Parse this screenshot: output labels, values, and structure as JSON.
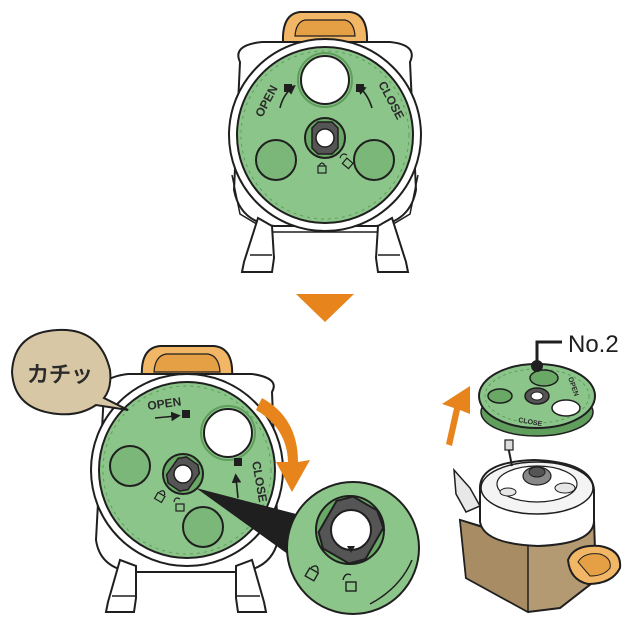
{
  "colors": {
    "disc_green": "#8cc58a",
    "disc_dark": "#5f9e5c",
    "tab_orange": "#f2b766",
    "arrow_orange": "#e7841c",
    "bubble_tan": "#d8c7a4",
    "outline": "#1f1f1f",
    "base_brown": "#b49a72"
  },
  "top_unit": {
    "open_label": "OPEN",
    "close_label": "CLOSE"
  },
  "bottom_unit": {
    "open_label": "OPEN",
    "close_label": "CLOSE"
  },
  "callout": {
    "text": "カチッ"
  },
  "part_label": {
    "text": "No.2"
  },
  "small_disc": {
    "open_label": "OPEN",
    "close_label": "CLOSE"
  },
  "icons": [
    "lock-icon",
    "unlock-icon",
    "down-arrow-icon",
    "rotate-arrow-icon",
    "up-arrow-icon"
  ]
}
